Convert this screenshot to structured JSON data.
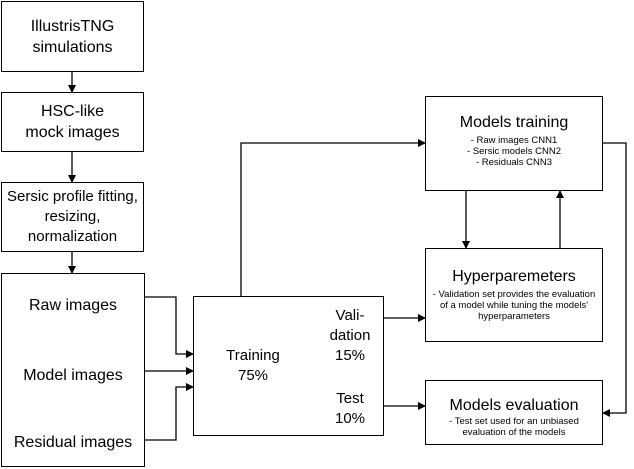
{
  "pipeline": {
    "illustris": [
      "IllustrisTNG",
      "simulations"
    ],
    "hsc": [
      "HSC-like",
      "mock images"
    ],
    "sersic": [
      "Sersic profile fitting,",
      "resizing,",
      "normalization"
    ]
  },
  "inputs": {
    "raw": "Raw images",
    "model": "Model images",
    "residual": "Residual images"
  },
  "split": {
    "training": [
      "Training",
      "75%"
    ],
    "validation": [
      "Vali-",
      "dation",
      "15%"
    ],
    "test": [
      "Test",
      "10%"
    ]
  },
  "models_training": {
    "title": "Models training",
    "items": [
      "- Raw images CNN1",
      "- Sersic models CNN2",
      "- Residuals CNN3"
    ]
  },
  "hyperparameters": {
    "title": "Hyperparemeters",
    "desc": [
      "- Validation set provides the evaluation",
      "of a model while tuning the models'",
      "hyperparameters"
    ]
  },
  "models_evaluation": {
    "title": "Models evaluation",
    "desc": [
      "- Test set used for an unbiased",
      "evaluation of the models"
    ]
  }
}
